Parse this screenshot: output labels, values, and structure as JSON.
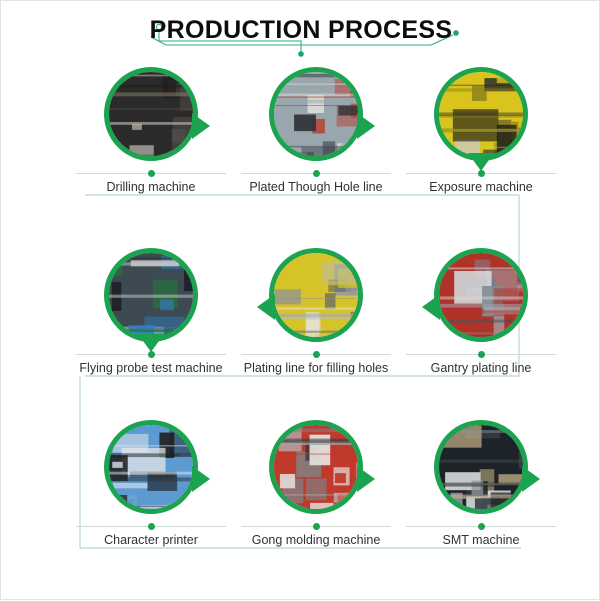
{
  "header": {
    "title": "PRODUCTION PROCESS",
    "deco_left_icon": "circuit-trace-left-icon",
    "deco_right_icon": "circuit-trace-right-icon"
  },
  "colors": {
    "ring_green": "#1ba34f",
    "connector_green": "#b7d8cb",
    "dot_green": "#1ba34f",
    "rule_gray": "#cfdcd5",
    "label_text": "#313131",
    "title_text": "#0d0d0d",
    "page_bg": "#ffffff"
  },
  "rows": [
    {
      "direction": "left-to-right",
      "steps": [
        {
          "index": 1,
          "label": "Drilling machine",
          "arrow": "right",
          "photo_alt": "drilling-machine-photo",
          "photo_palette": [
            "#2b2b2b",
            "#4d4a47",
            "#8d7f72",
            "#cdc6bd",
            "#1d1c1a"
          ]
        },
        {
          "index": 2,
          "label": "Plated Though Hole line",
          "arrow": "right",
          "photo_alt": "plated-though-hole-line-photo",
          "photo_palette": [
            "#9aa6ad",
            "#b43a2c",
            "#3b4349",
            "#dcdcd6",
            "#2c3135"
          ]
        },
        {
          "index": 3,
          "label": "Exposure machine",
          "arrow": "down",
          "photo_alt": "exposure-machine-photo",
          "photo_palette": [
            "#d8c41c",
            "#1d1d1b",
            "#8f8416",
            "#3a3a2c",
            "#c9cfd6"
          ]
        }
      ]
    },
    {
      "direction": "right-to-left",
      "steps": [
        {
          "index": 4,
          "label": "Flying probe test machine",
          "arrow": "down",
          "photo_alt": "flying-probe-test-machine-photo",
          "photo_palette": [
            "#3d4a52",
            "#2f7fbf",
            "#2a6f3e",
            "#c9ccce",
            "#1c2226"
          ]
        },
        {
          "index": 5,
          "label": "Plating line for filling holes",
          "arrow": "left",
          "photo_alt": "plating-line-for-filling-holes-photo",
          "photo_palette": [
            "#d6c32a",
            "#b9bdbe",
            "#8c9294",
            "#e4e5e3",
            "#5d6468"
          ]
        },
        {
          "index": 6,
          "label": "Gantry plating line",
          "arrow": "left",
          "photo_alt": "gantry-plating-line-photo",
          "photo_palette": [
            "#b0332a",
            "#9fb2bd",
            "#d5d8da",
            "#7f8b92",
            "#44505a"
          ]
        }
      ]
    },
    {
      "direction": "left-to-right",
      "steps": [
        {
          "index": 7,
          "label": "Character printer",
          "arrow": "right",
          "photo_alt": "character-printer-photo",
          "photo_palette": [
            "#5d9ad2",
            "#1d1c1c",
            "#e6e8ea",
            "#2a2f33",
            "#c8d2da"
          ]
        },
        {
          "index": 8,
          "label": "Gong molding machine",
          "arrow": "right",
          "photo_alt": "gong-molding-machine-photo",
          "photo_palette": [
            "#c0392b",
            "#e2e0dc",
            "#7d8488",
            "#31373b",
            "#b9c0c4"
          ]
        },
        {
          "index": 9,
          "label": "SMT machine",
          "arrow": "right",
          "photo_alt": "smt-machine-photo",
          "photo_palette": [
            "#1e2327",
            "#8e98a0",
            "#c8b48a",
            "#3f4a52",
            "#d6d9db"
          ]
        }
      ]
    }
  ]
}
